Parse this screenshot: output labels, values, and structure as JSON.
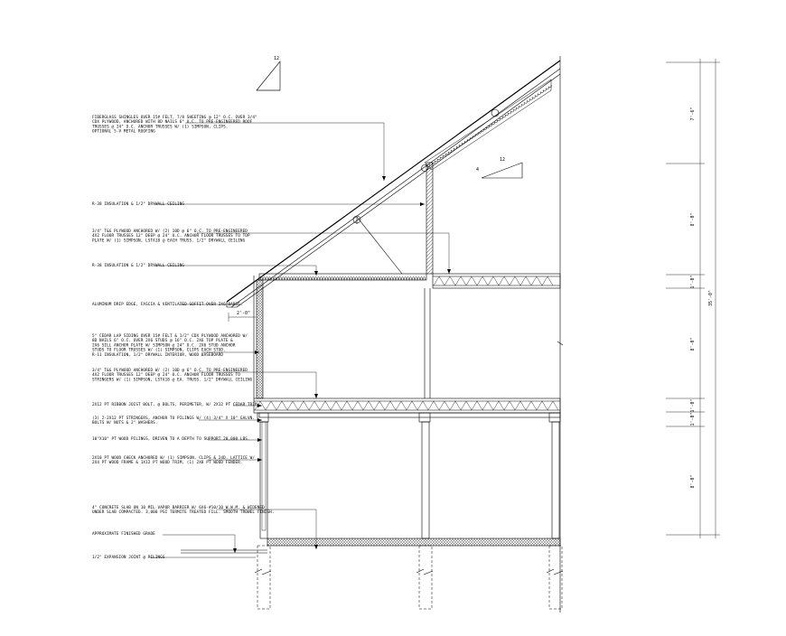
{
  "notes": [
    {
      "id": "n1",
      "lines": [
        "FIBERGLASS SHINGLES OVER 15# FELT, 7/8 SHEETING @ 12\" O.C. OVER 3/4\"",
        "CDX PLYWOOD, ANCHORED WITH 8D NAILS 6\" O.C. TO PRE-ENGINEERED ROOF",
        "TRUSSES @ 24\" O.C. ANCHOR TRUSSES W/ (1) SIMPSON, CLIPS.",
        "OPTIONAL 5-V METAL ROOFING"
      ]
    },
    {
      "id": "n2",
      "lines": [
        "R-38 INSULATION & 1/2\" DRYWALL CEILING"
      ]
    },
    {
      "id": "n3",
      "lines": [
        "3/4\" T&G PLYWOOD ANCHORED W/ (2) 10D @ 6\" O.C. TO PRE-ENGINEERED",
        "4X2 FLOOR TRUSSES 12\" DEEP @ 24\" O.C. ANCHOR FLOOR TRUSSES TO TOP",
        "PLATE W/ (1) SIMPSON, LSTA18 @ EACH TRUSS. 1/2\" DRYWALL CEILING"
      ]
    },
    {
      "id": "n4",
      "lines": [
        "R-38 INSULATION & 1/2\" DRYWALL CEILING"
      ]
    },
    {
      "id": "n5",
      "lines": [
        "ALUMINUM DRIP EDGE, FASCIA & VENTILATED SOFFIT OVER 2X6 BARGE."
      ]
    },
    {
      "id": "n6",
      "lines": [
        "5\" CEDAR LAP SIDING OVER 15# FELT & 1/2\" CDX PLYWOOD ANCHORED W/",
        "8D NAILS 6\" O.C. OVER 2X6 STUDS @ 16\" O.C. 2X6 TOP PLATE &",
        "2X6 SILL ANCHOR PLATE W/ SIMPSON @ 24\" O.C. 2X6 STUD ANCHOR",
        "STUDS TO FLOOR TRUSSES W/ (1) SIMPSON, CLIPS EACH STUD.",
        "R-11 INSULATION, 1/2\" DRYWALL INTERIOR, WOOD BASEBOARD"
      ]
    },
    {
      "id": "n7",
      "lines": [
        "3/4\" T&G PLYWOOD ANCHORED W/ (2) 10D @ 6\" O.C. TO PRE-ENGINEERED",
        "4X2 FLOOR TRUSSES 12\" DEEP @ 24\" O.C. ANCHOR FLOOR TRUSSES TO",
        "STRINGERS W/ (1) SIMPSON, LSTA18 @ EA. TRUSS. 1/2\" DRYWALL CEILING"
      ]
    },
    {
      "id": "n8",
      "lines": [
        "2X12 PT RIBBON JOIST BOLT. @ BOLTS, PERIMETER, W/ 2X12 PT CEDAR TRIM."
      ]
    },
    {
      "id": "n9",
      "lines": [
        "(3) 2-2X12 PT STRINGERS, ANCHOR TO PILINGS W/ (4) 3/4\" X 10\" GALVN.",
        "BOLTS W/ NUTS & 2\" WASHERS."
      ]
    },
    {
      "id": "n10",
      "lines": [
        "10\"X10\" PT WOOD PILINGS, DRIVEN TO A DEPTH TO SUPPORT 20,000 LBS."
      ]
    },
    {
      "id": "n11",
      "lines": [
        "2X10 PT WOOD CHECK ANCHORED W/ (1) SIMPSON, CLIPS & 24D. LATTICE W/",
        "2X4 PT WOOD FRAME & 1X12 PT WOOD TRIM, (1) 2X8 PT WOOD FENDER."
      ]
    },
    {
      "id": "n12",
      "lines": [
        "4\" CONCRETE SLAB ON 10 MIL VAPOR BARRIER W/ 6X6-#10/10 W.W.M. & WIDENED",
        "UNDER SLAB COMPACTED. 3,000 PSI TERMITE TREATED FILL. SMOOTH TROWEL FINISH."
      ]
    },
    {
      "id": "n13",
      "lines": [
        "APPROXIMATE FINISHED GRADE"
      ]
    },
    {
      "id": "n14",
      "lines": [
        "1/2\" EXPANSION JOINT @ PILINGS"
      ]
    }
  ],
  "pitch_main": {
    "rise": "",
    "run": "12"
  },
  "pitch_upper": {
    "rise": "4",
    "run": "12"
  },
  "eave_label": "2'-0\"",
  "dimensions": [
    {
      "id": "d1",
      "text": "7'-6\""
    },
    {
      "id": "d2",
      "text": "8'-0\""
    },
    {
      "id": "d3",
      "text": "1'-0\""
    },
    {
      "id": "d4",
      "text": "8'-0\""
    },
    {
      "id": "d5",
      "text": "1'-0\""
    },
    {
      "id": "d6",
      "text": "1'-0\""
    },
    {
      "id": "d7",
      "text": "8'-0\""
    },
    {
      "id": "total",
      "text": "35'-0\""
    }
  ]
}
